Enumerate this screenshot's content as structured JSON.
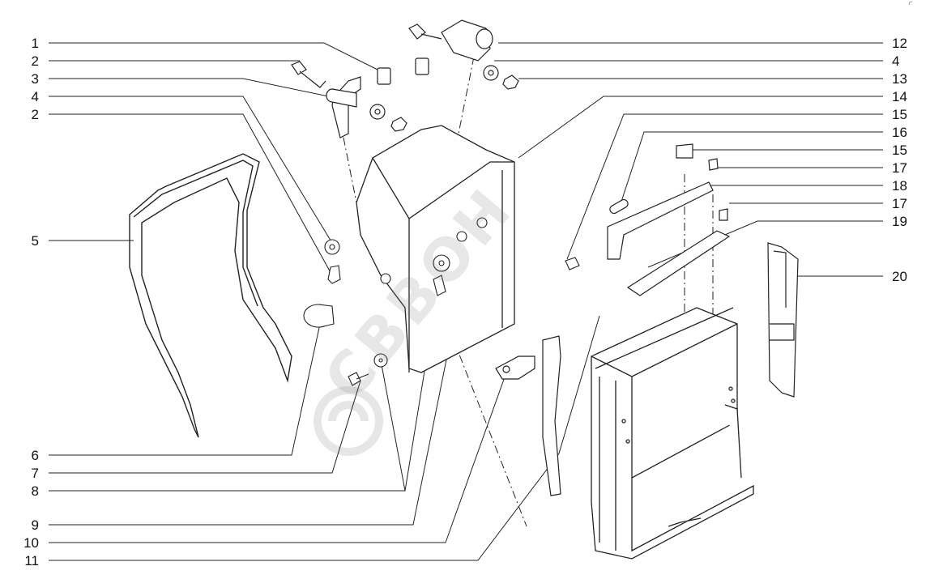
{
  "diagram": {
    "corner_mark": "r\"",
    "watermark_text": "СВВОН",
    "callouts_left": [
      "1",
      "2",
      "3",
      "4",
      "2",
      "5",
      "6",
      "7",
      "8",
      "9",
      "10",
      "11"
    ],
    "callouts_right": [
      "12",
      "4",
      "13",
      "14",
      "15",
      "16",
      "15",
      "17",
      "18",
      "17",
      "19",
      "20"
    ]
  }
}
